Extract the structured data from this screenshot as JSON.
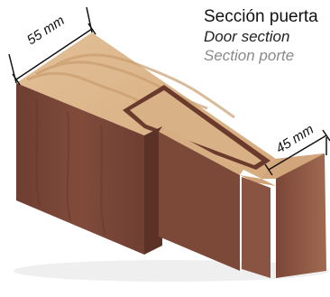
{
  "titles": {
    "spanish": "Sección puerta",
    "english": "Door section",
    "french": "Section porte"
  },
  "dimensions": {
    "top_width": "55 mm",
    "side_width": "45 mm"
  },
  "colors": {
    "wood_top": "#dcb489",
    "wood_grain": "#c99c6d",
    "wood_front": "#7a4638",
    "wood_side": "#8f5a47",
    "groove_dark": "#6a3a2c",
    "dimension_line": "#111111"
  }
}
